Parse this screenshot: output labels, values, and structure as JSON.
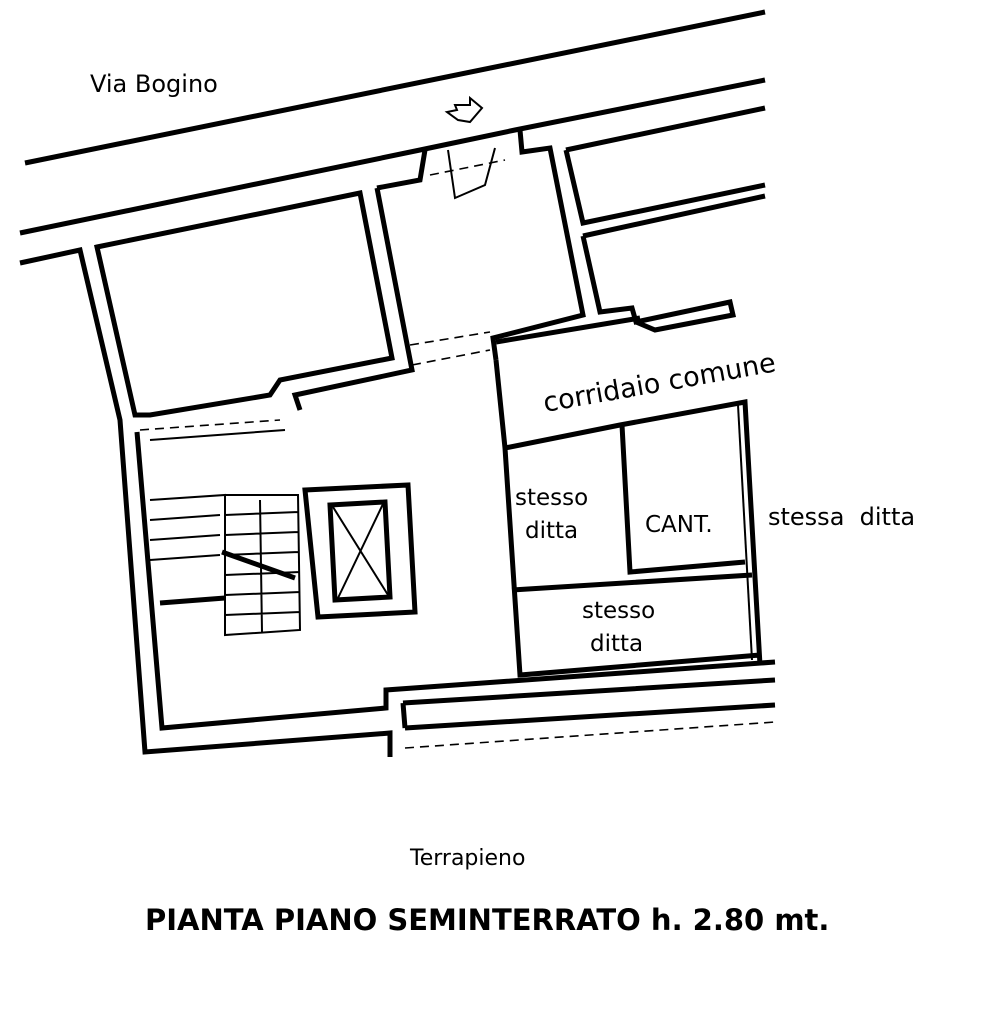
{
  "street_name": "Via Bogino",
  "rooms": {
    "corridor": "corridaio comune",
    "left_unit_line1": "stesso",
    "left_unit_line2": "ditta",
    "cellar": "CANT.",
    "right_outside": "stessa  ditta",
    "bottom_unit_line1": "stesso",
    "bottom_unit_line2": "ditta"
  },
  "ground_label": "Terrapieno",
  "title": "PIANTA PIANO SEMINTERRATO h. 2.80 mt."
}
